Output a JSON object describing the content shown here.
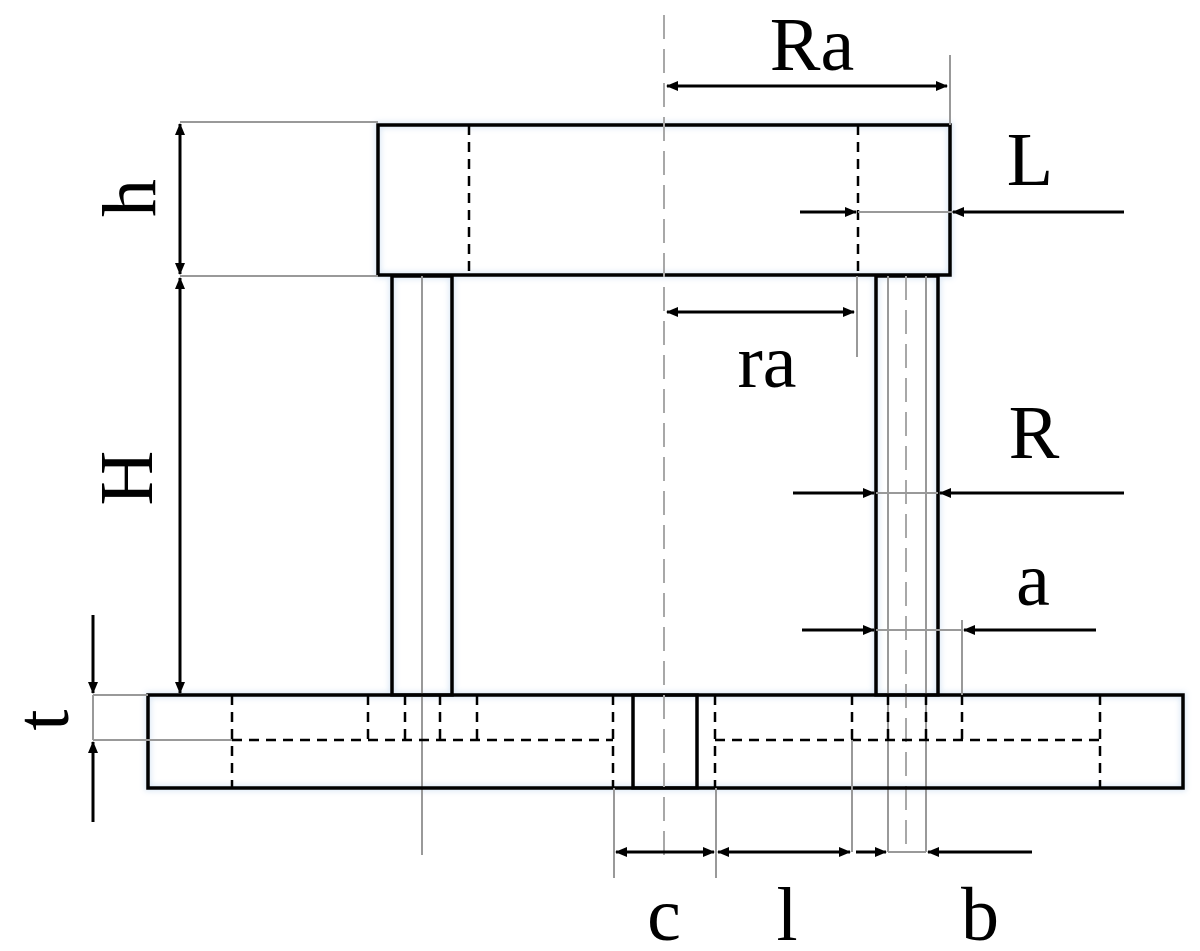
{
  "labels": {
    "Ra": "Ra",
    "L": "L",
    "h": "h",
    "ra": "ra",
    "H": "H",
    "R": "R",
    "a": "a",
    "t": "t",
    "c": "c",
    "l": "l",
    "b": "b"
  }
}
